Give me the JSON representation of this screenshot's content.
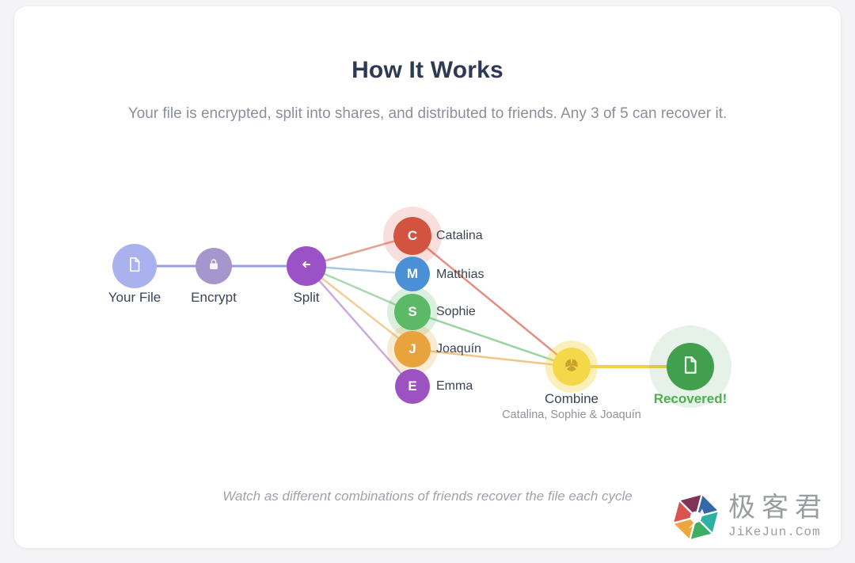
{
  "page": {
    "title": "How It Works",
    "subtitle": "Your file is encrypted, split into shares, and distributed to friends. Any 3 of 5 can recover it.",
    "caption": "Watch as different combinations of friends recover the file each cycle"
  },
  "diagram": {
    "pipeline": {
      "your_file": {
        "label": "Your File",
        "color": "#a9b1ee",
        "icon": "file-icon"
      },
      "encrypt": {
        "label": "Encrypt",
        "color": "#a596cd",
        "icon": "lock-icon"
      },
      "split": {
        "label": "Split",
        "color": "#9b52c6",
        "icon": "split-arrow-icon"
      },
      "combine": {
        "label": "Combine",
        "sublabel": "Catalina, Sophie & Joaquín",
        "color": "#f5d74a",
        "icon": "merge-icon"
      },
      "recovered": {
        "label": "Recovered!",
        "color": "#419f4e",
        "label_color": "#4caf50",
        "icon": "file-icon"
      }
    },
    "friends": [
      {
        "initial": "C",
        "name": "Catalina",
        "color": "#d15340",
        "selected": true
      },
      {
        "initial": "M",
        "name": "Matthias",
        "color": "#4b90d6",
        "selected": false
      },
      {
        "initial": "S",
        "name": "Sophie",
        "color": "#5bb967",
        "selected": true
      },
      {
        "initial": "J",
        "name": "Joaquín",
        "color": "#e8a33c",
        "selected": true
      },
      {
        "initial": "E",
        "name": "Emma",
        "color": "#9c53c1",
        "selected": false
      }
    ],
    "edges": [
      {
        "from": "your-file",
        "to": "encrypt"
      },
      {
        "from": "encrypt",
        "to": "split"
      },
      {
        "from": "split",
        "to": "catalina"
      },
      {
        "from": "split",
        "to": "matthias"
      },
      {
        "from": "split",
        "to": "sophie"
      },
      {
        "from": "split",
        "to": "joaquin"
      },
      {
        "from": "split",
        "to": "emma"
      },
      {
        "from": "catalina",
        "to": "combine"
      },
      {
        "from": "sophie",
        "to": "combine"
      },
      {
        "from": "joaquin",
        "to": "combine"
      },
      {
        "from": "combine",
        "to": "recovered"
      }
    ]
  },
  "colors": {
    "pipeline_line": "#8a94e3",
    "catalina_line": "#d6604c",
    "matthias_line": "#6aa0da",
    "sophie_line": "#6dc078",
    "joaquin_line": "#ecad4f",
    "emma_line": "#a873ca",
    "combine_line": "#f2cf3e",
    "catalina_halo": "rgba(214,80,60,0.18)",
    "sophie_halo": "rgba(92,184,106,0.22)",
    "joaquin_halo": "rgba(232,163,60,0.22)",
    "combine_halo": "rgba(245,215,74,0.38)",
    "recovered_halo": "rgba(90,160,95,0.15)",
    "title_color": "#2d3a53",
    "recovered_label_color": "#4caf50",
    "merge_glyph_color": "#c9a22b"
  },
  "watermark": {
    "brand": "极客君",
    "domain": "JiKeJun.Com"
  }
}
